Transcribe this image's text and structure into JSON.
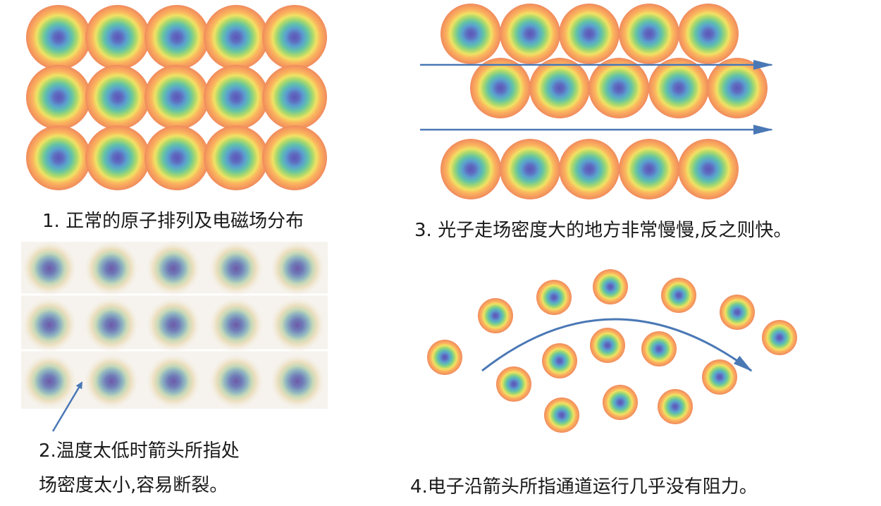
{
  "panels": [
    {
      "id": "1",
      "caption": "1. 正常的原子排列及电磁场分布"
    },
    {
      "id": "2",
      "caption_line1": "2.温度太低时箭头所指处",
      "caption_line2": "场密度太小,容易断裂。"
    },
    {
      "id": "3",
      "caption": "3. 光子走场密度大的地方非常慢慢,反之则快。"
    },
    {
      "id": "4",
      "caption": "4.电子沿箭头所指通道运行几乎没有阻力。"
    }
  ],
  "colors": {
    "arrow": "#4a78b5",
    "ring_outer": "#f08a5d",
    "ring_center": "#5b57b8",
    "faded_bg": "#f6f3ee"
  }
}
